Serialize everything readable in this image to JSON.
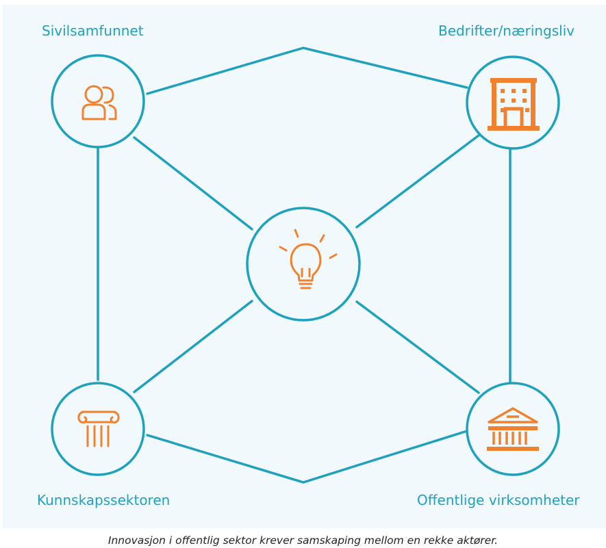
{
  "labels": {
    "top_left": "Sivilsamfunnet",
    "top_right": "Bedrifter/næringsliv",
    "bottom_left": "Kunnskapssektoren",
    "bottom_right": "Offentlige virksomheter"
  },
  "caption": "Innovasjon i offentlig sektor krever samskaping mellom en rekke aktører.",
  "colors": {
    "line": "#1ea1bd",
    "icon": "#f0822f",
    "background": "#f2f9fc"
  },
  "icons": {
    "top_left": "people-icon",
    "top_right": "office-building-icon",
    "center": "lightbulb-icon",
    "bottom_left": "column-icon",
    "bottom_right": "public-building-icon"
  }
}
